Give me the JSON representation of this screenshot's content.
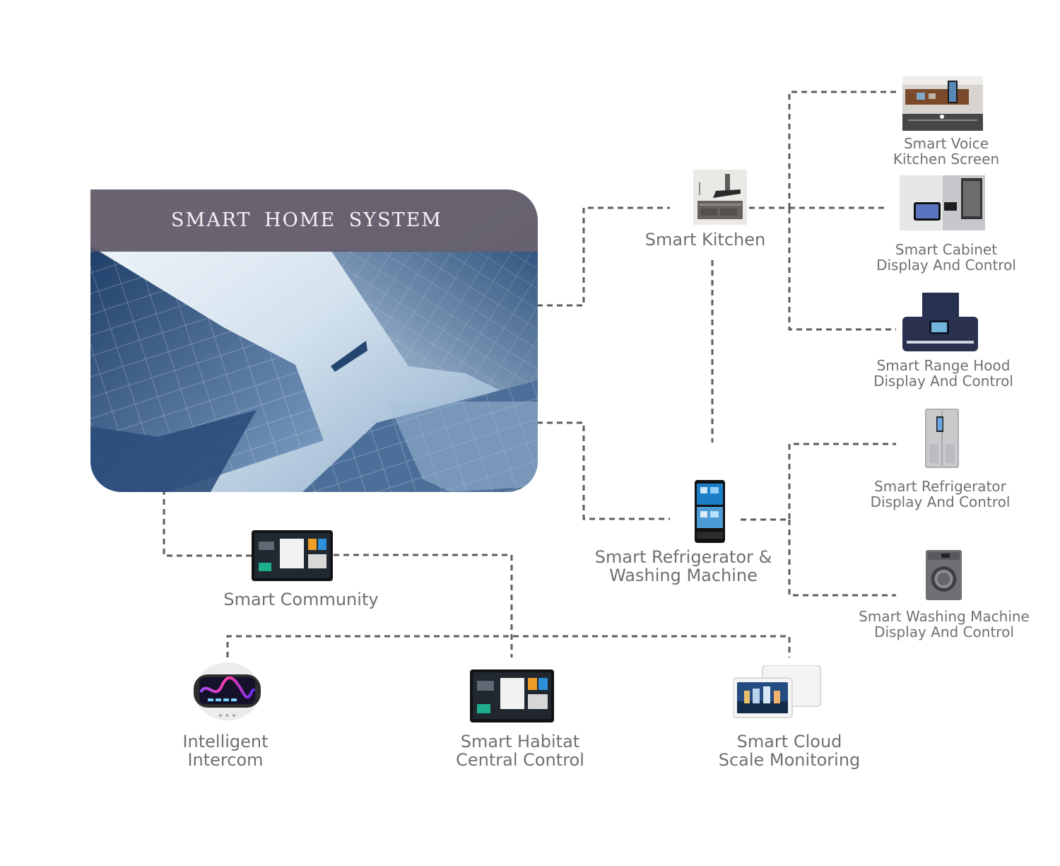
{
  "diagram": {
    "title": "SMART HOME SYSTEM",
    "nodes": [
      {
        "id": "smart-kitchen",
        "label": "Smart Kitchen"
      },
      {
        "id": "smart-voice-kitchen-screen",
        "label": "Smart Voice\nKitchen Screen"
      },
      {
        "id": "smart-cabinet-display-and-control",
        "label": "Smart Cabinet\nDisplay And Control"
      },
      {
        "id": "smart-range-hood-display-and-control",
        "label": "Smart Range Hood\nDisplay And Control"
      },
      {
        "id": "smart-refrigerator-washing-machine",
        "label": "Smart Refrigerator &\nWashing Machine"
      },
      {
        "id": "smart-refrigerator-display-and-control",
        "label": "Smart Refrigerator\nDisplay And Control"
      },
      {
        "id": "smart-washing-machine-display-and-control",
        "label": "Smart Washing Machine\nDisplay And Control"
      },
      {
        "id": "smart-community",
        "label": "Smart Community"
      },
      {
        "id": "intelligent-intercom",
        "label": "Intelligent\nIntercom"
      },
      {
        "id": "smart-habitat-central-control",
        "label": "Smart Habitat\nCentral Control"
      },
      {
        "id": "smart-cloud-scale-monitoring",
        "label": "Smart Cloud\nScale Monitoring"
      }
    ]
  }
}
